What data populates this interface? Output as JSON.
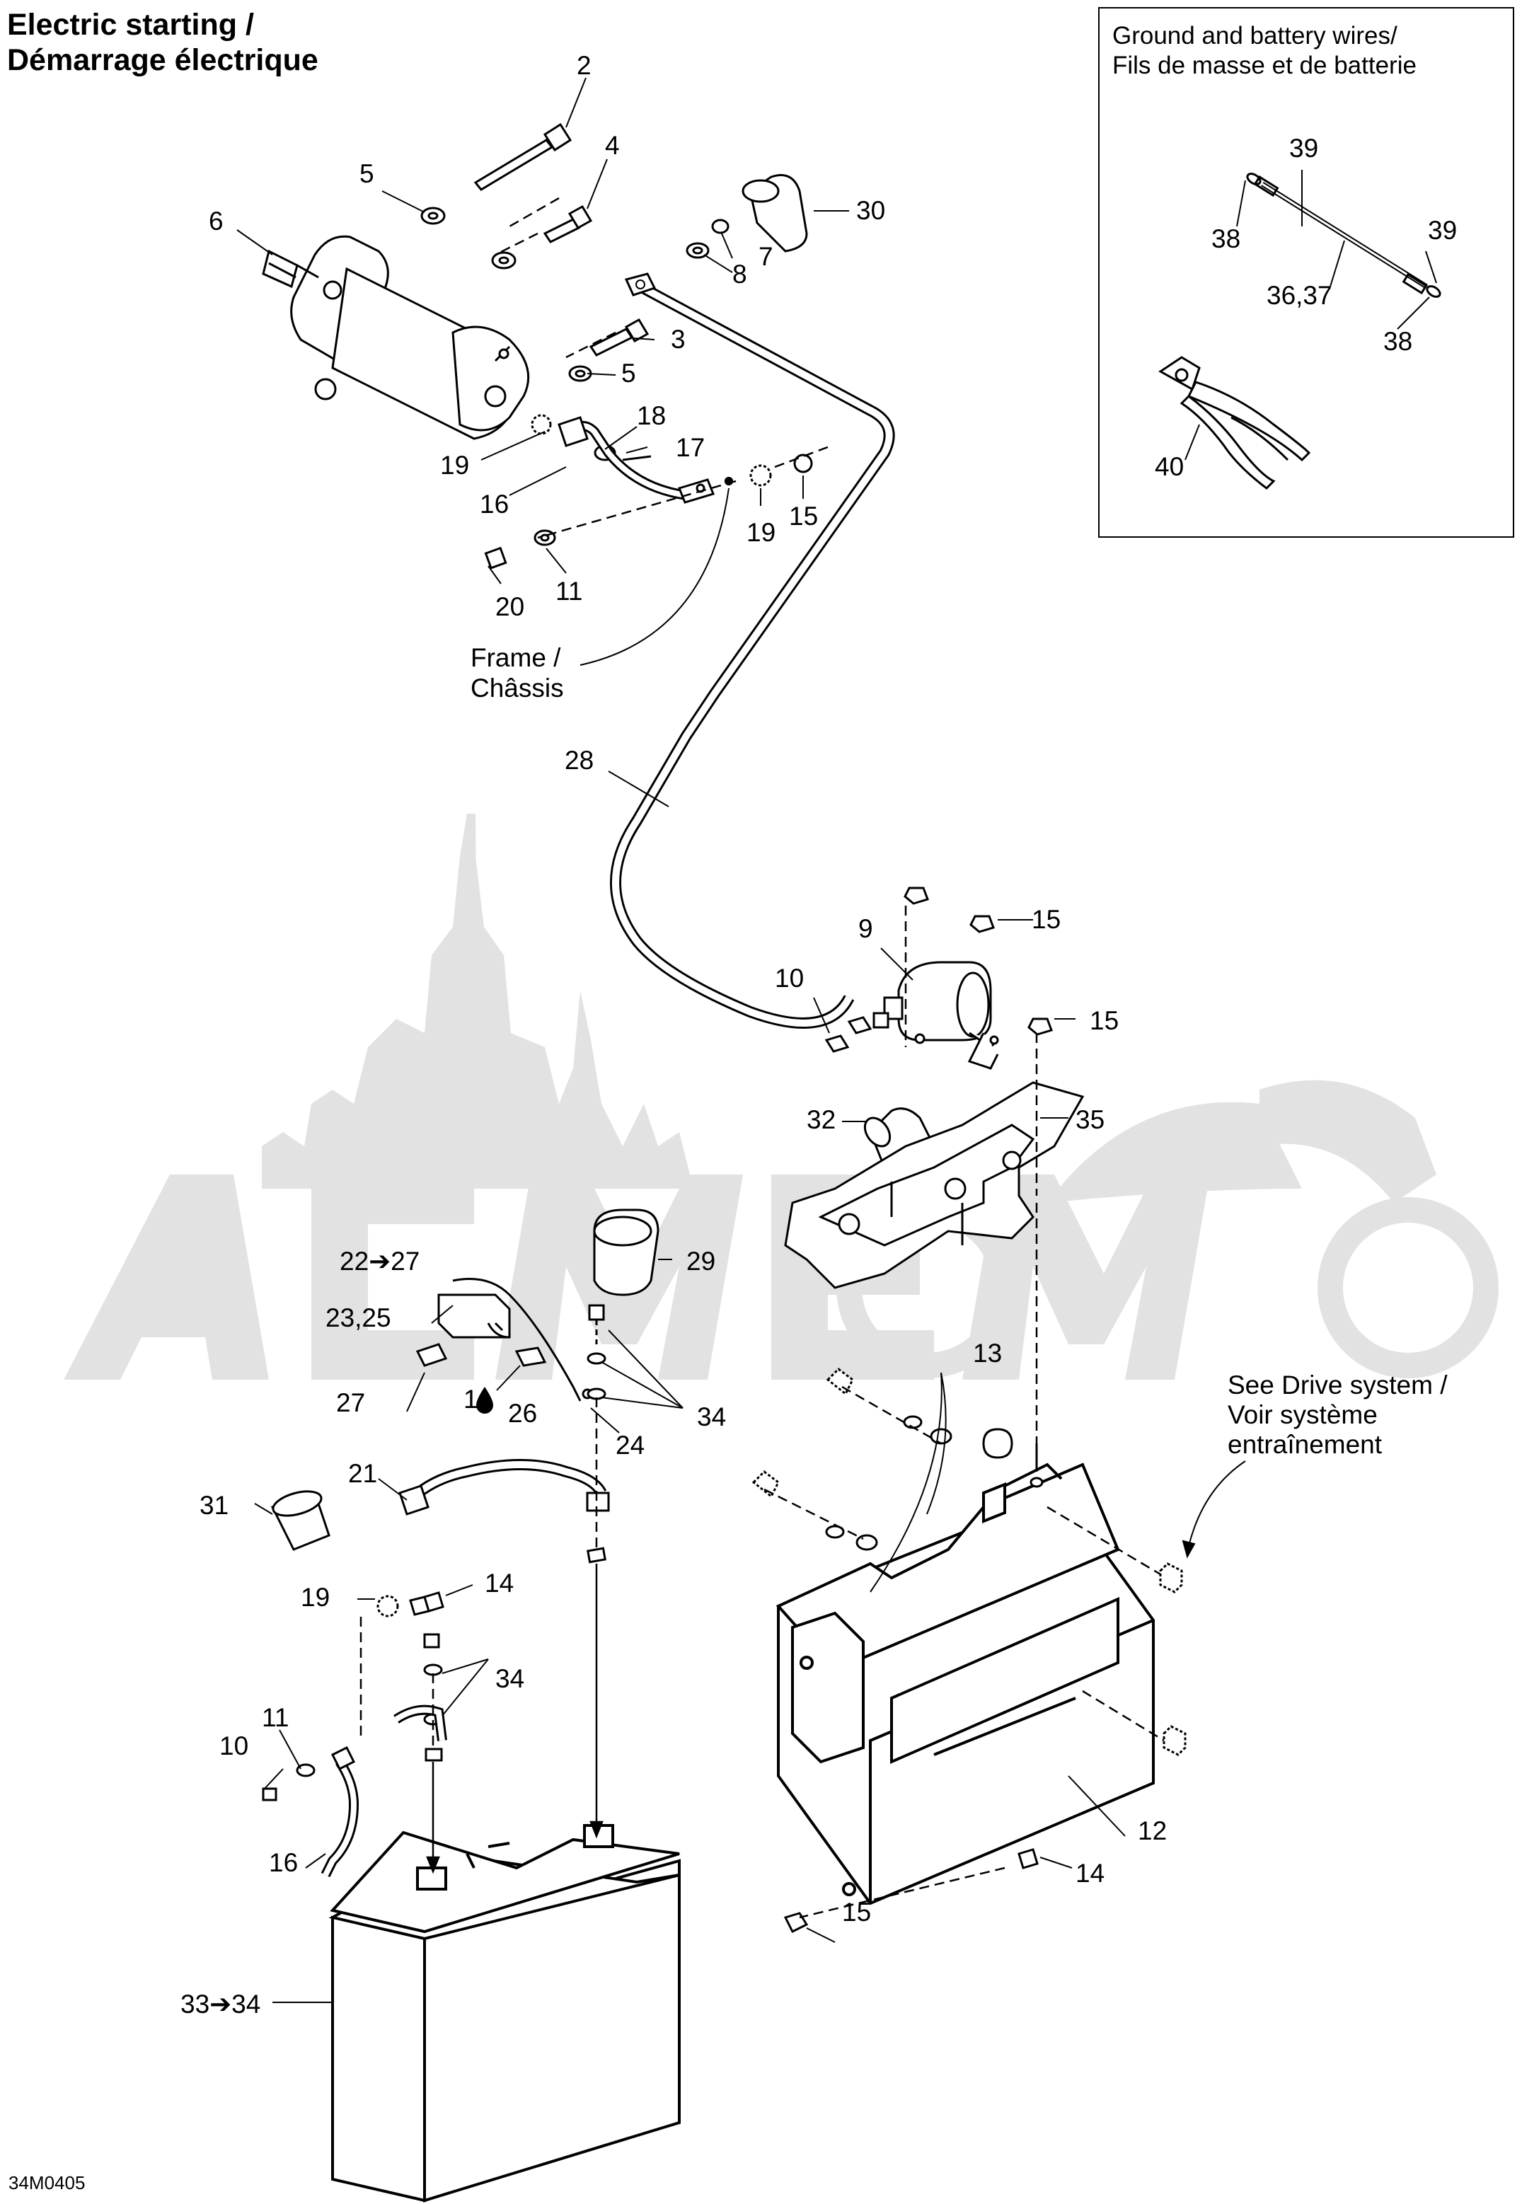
{
  "title": {
    "line1": "Electric starting /",
    "line2": "Démarrage électrique"
  },
  "inset": {
    "title_line1": "Ground and battery wires/",
    "title_line2": "Fils de masse et de batterie"
  },
  "callouts": [
    {
      "id": "c2",
      "text": "2"
    },
    {
      "id": "c4",
      "text": "4"
    },
    {
      "id": "c5a",
      "text": "5"
    },
    {
      "id": "c6",
      "text": "6"
    },
    {
      "id": "c30",
      "text": "30"
    },
    {
      "id": "c7",
      "text": "7"
    },
    {
      "id": "c8",
      "text": "8"
    },
    {
      "id": "c3",
      "text": "3"
    },
    {
      "id": "c5b",
      "text": "5"
    },
    {
      "id": "c18",
      "text": "18"
    },
    {
      "id": "c17",
      "text": "17"
    },
    {
      "id": "c19a",
      "text": "19"
    },
    {
      "id": "c16a",
      "text": "16"
    },
    {
      "id": "c19b",
      "text": "19"
    },
    {
      "id": "c15a",
      "text": "15"
    },
    {
      "id": "c20",
      "text": "20"
    },
    {
      "id": "c11a",
      "text": "11"
    },
    {
      "id": "c28",
      "text": "28"
    },
    {
      "id": "c9",
      "text": "9"
    },
    {
      "id": "c15b",
      "text": "15"
    },
    {
      "id": "c10a",
      "text": "10"
    },
    {
      "id": "c15c",
      "text": "15"
    },
    {
      "id": "c32",
      "text": "32"
    },
    {
      "id": "c35",
      "text": "35"
    },
    {
      "id": "c29",
      "text": "29"
    },
    {
      "id": "c22",
      "text": "22➔27"
    },
    {
      "id": "c23",
      "text": "23,25"
    },
    {
      "id": "c27",
      "text": "27"
    },
    {
      "id": "c1",
      "text": "1"
    },
    {
      "id": "c26",
      "text": "26"
    },
    {
      "id": "c24",
      "text": "24"
    },
    {
      "id": "c34a",
      "text": "34"
    },
    {
      "id": "c13",
      "text": "13"
    },
    {
      "id": "c21",
      "text": "21"
    },
    {
      "id": "c31",
      "text": "31"
    },
    {
      "id": "c19c",
      "text": "19"
    },
    {
      "id": "c14a",
      "text": "14"
    },
    {
      "id": "c34b",
      "text": "34"
    },
    {
      "id": "c11b",
      "text": "11"
    },
    {
      "id": "c10b",
      "text": "10"
    },
    {
      "id": "c16b",
      "text": "16"
    },
    {
      "id": "c12",
      "text": "12"
    },
    {
      "id": "c14b",
      "text": "14"
    },
    {
      "id": "c15d",
      "text": "15"
    },
    {
      "id": "c33",
      "text": "33➔34"
    },
    {
      "id": "c39a",
      "text": "39"
    },
    {
      "id": "c38a",
      "text": "38"
    },
    {
      "id": "c39b",
      "text": "39"
    },
    {
      "id": "c3637",
      "text": "36,37"
    },
    {
      "id": "c38b",
      "text": "38"
    },
    {
      "id": "c40",
      "text": "40"
    }
  ],
  "notes": {
    "frame_line1": "Frame /",
    "frame_line2": "Châssis",
    "drive_line1": "See Drive system /",
    "drive_line2": "Voir système",
    "drive_line3": "entraînement"
  },
  "diagram_code": "34M0405",
  "watermark_color": "#e2e2e2"
}
